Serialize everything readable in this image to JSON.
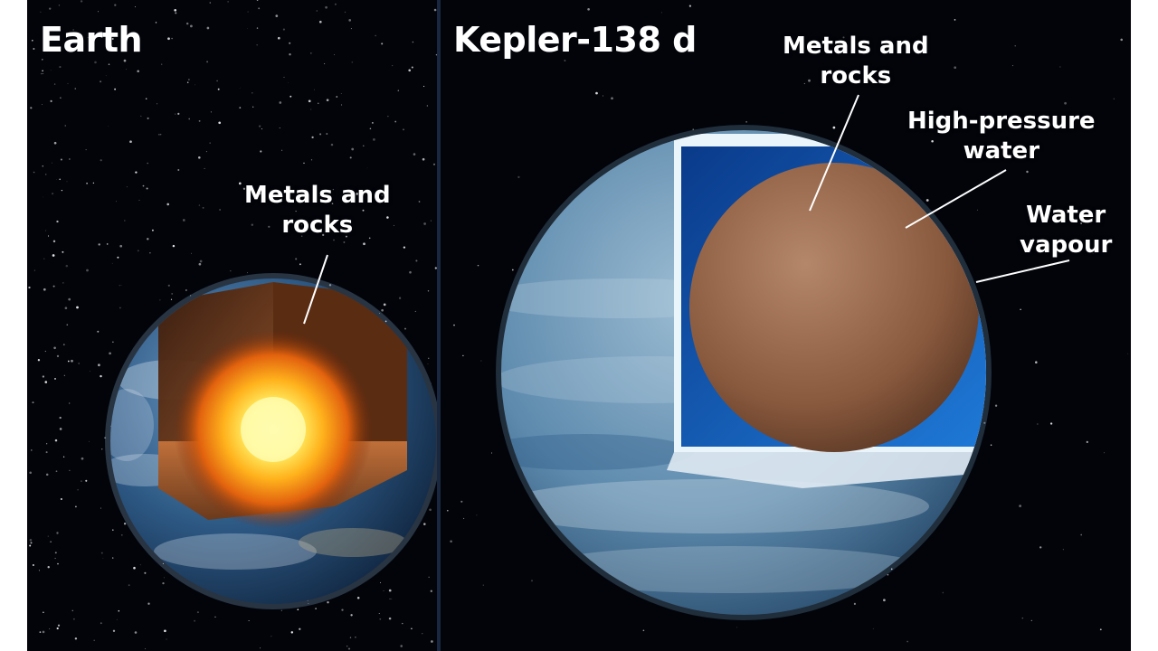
{
  "earth": {
    "title": "Earth",
    "label_metals": {
      "line1": "Metals and",
      "line2": "rocks"
    }
  },
  "kepler": {
    "title": "Kepler-138 d",
    "label_metals": {
      "line1": "Metals and",
      "line2": "rocks"
    },
    "label_water": {
      "line1": "High-pressure",
      "line2": "water"
    },
    "label_vapour": {
      "line1": "Water",
      "line2": "vapour"
    }
  },
  "colors": {
    "space": "#02040a",
    "earth_ocean": "#2e5a86",
    "core_glow": "#fff36a",
    "mantle": "#6b3a1c",
    "water_layer": "#1764c4",
    "rock_core": "#8a5a3e",
    "kepler_atmosphere": "#6f9cbc"
  }
}
